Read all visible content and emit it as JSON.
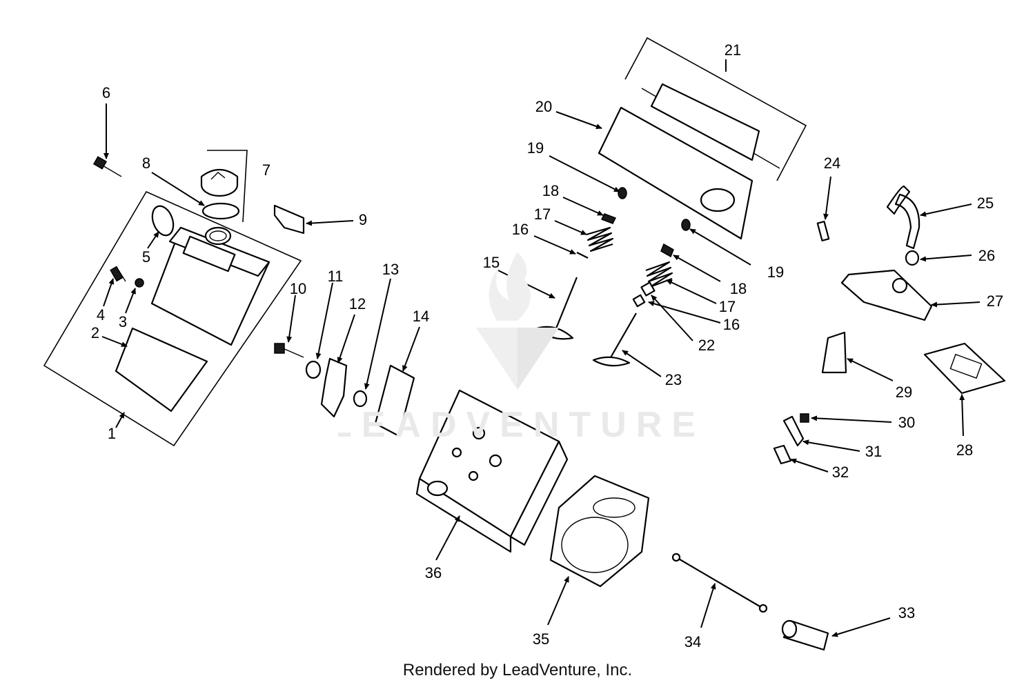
{
  "diagram": {
    "callouts": [
      "1",
      "2",
      "3",
      "4",
      "5",
      "6",
      "7",
      "8",
      "9",
      "10",
      "11",
      "12",
      "13",
      "14",
      "15",
      "16",
      "16",
      "17",
      "17",
      "18",
      "18",
      "19",
      "19",
      "20",
      "21",
      "22",
      "23",
      "24",
      "25",
      "26",
      "27",
      "28",
      "29",
      "30",
      "31",
      "32",
      "33",
      "34",
      "35",
      "36"
    ],
    "watermark": "LEADVENTURE",
    "footer": "Rendered by LeadVenture, Inc."
  }
}
